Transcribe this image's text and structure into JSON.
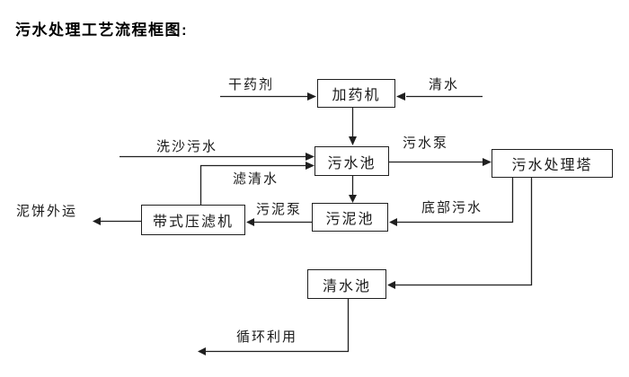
{
  "title": "污水处理工艺流程框图:",
  "nodes": {
    "dosing_machine": "加药机",
    "sewage_pool": "污水池",
    "treatment_tower": "污水处理塔",
    "sludge_pool": "污泥池",
    "belt_filter_press": "带式压滤机",
    "clean_water_pool": "清水池"
  },
  "flow_labels": {
    "dry_agent": "干药剂",
    "clean_water": "清水",
    "sand_wash_sewage": "洗沙污水",
    "sewage_pump": "污水泵",
    "filtered_water": "滤清水",
    "sludge_pump": "污泥泵",
    "bottom_sewage": "底部污水",
    "mud_cake_out": "泥饼外运",
    "recycled_use": "循环利用"
  },
  "colors": {
    "line": "#1f1f1f",
    "text": "#000000",
    "background": "#ffffff"
  }
}
